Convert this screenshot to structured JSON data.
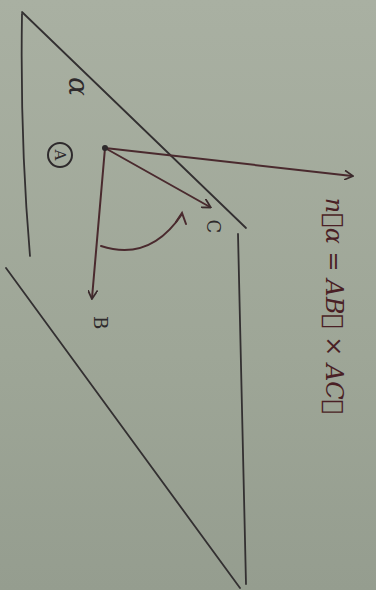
{
  "diagram": {
    "nodes": [
      {
        "text": [
          "A"
        ]
      }
    ],
    "labels": [
      "α",
      "B",
      "C",
      "n⃗α = AB⃗ × AC⃗"
    ]
  }
}
